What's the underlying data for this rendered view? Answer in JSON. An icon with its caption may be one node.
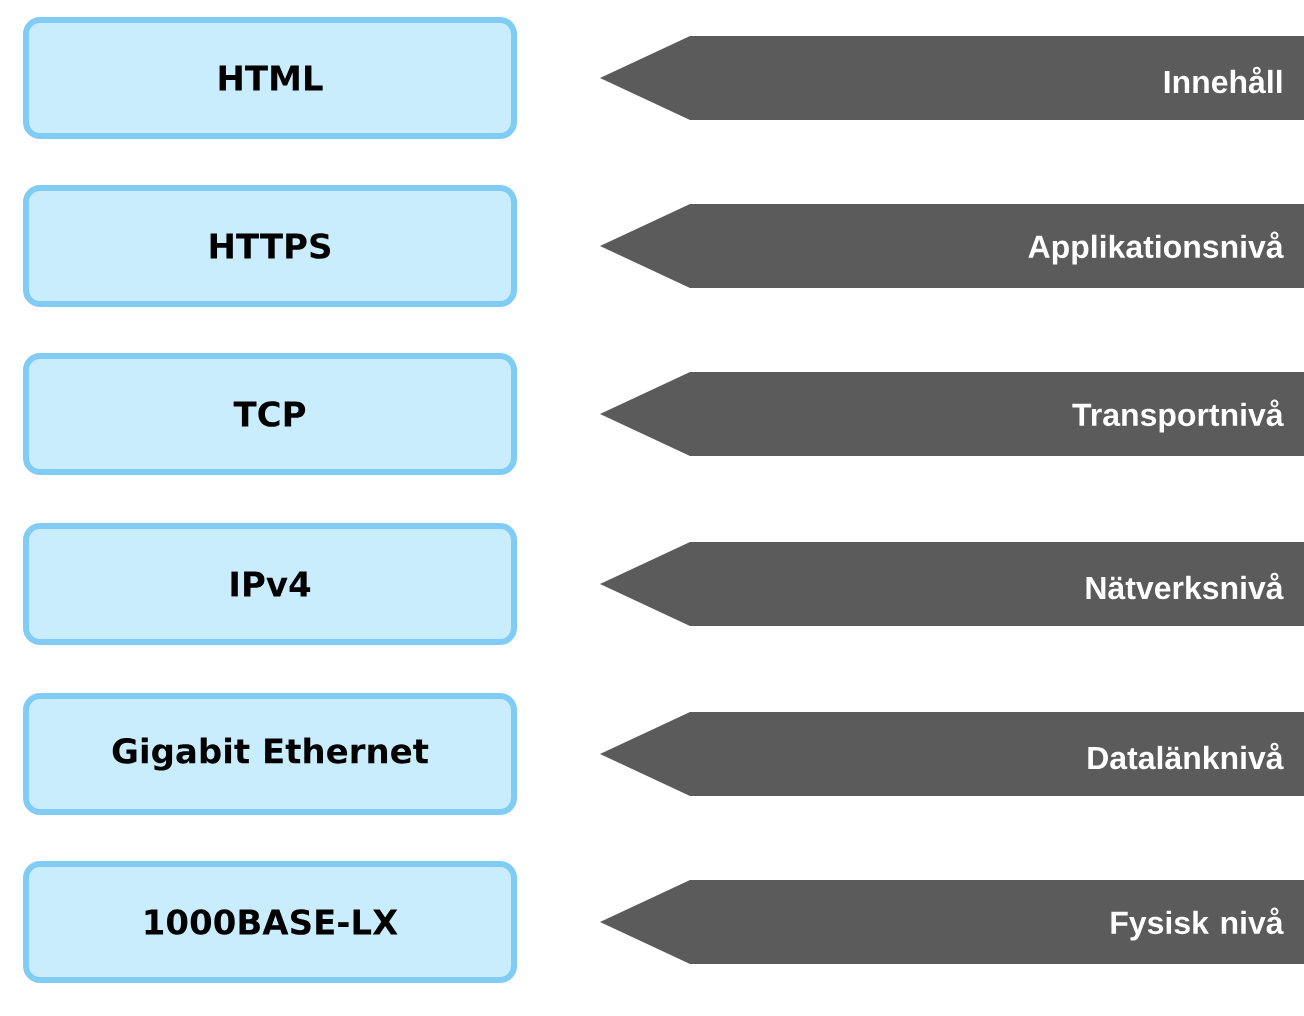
{
  "diagram": {
    "nodes": [
      {
        "text": [
          "HTML"
        ]
      },
      {
        "text": [
          "Innehåll"
        ]
      },
      {
        "text": [
          "HTTPS"
        ]
      },
      {
        "text": [
          "Applikationsnivå"
        ]
      },
      {
        "text": [
          "TCP"
        ]
      },
      {
        "text": [
          "Transportnivå"
        ]
      },
      {
        "text": [
          "IPv4"
        ]
      },
      {
        "text": [
          "Nätverksnivå"
        ]
      },
      {
        "text": [
          "Gigabit Ethernet"
        ]
      },
      {
        "text": [
          "Datalänknivå"
        ]
      },
      {
        "text": [
          "1000BASE-LX"
        ]
      },
      {
        "text": [
          "Fysisk nivå"
        ]
      }
    ]
  }
}
